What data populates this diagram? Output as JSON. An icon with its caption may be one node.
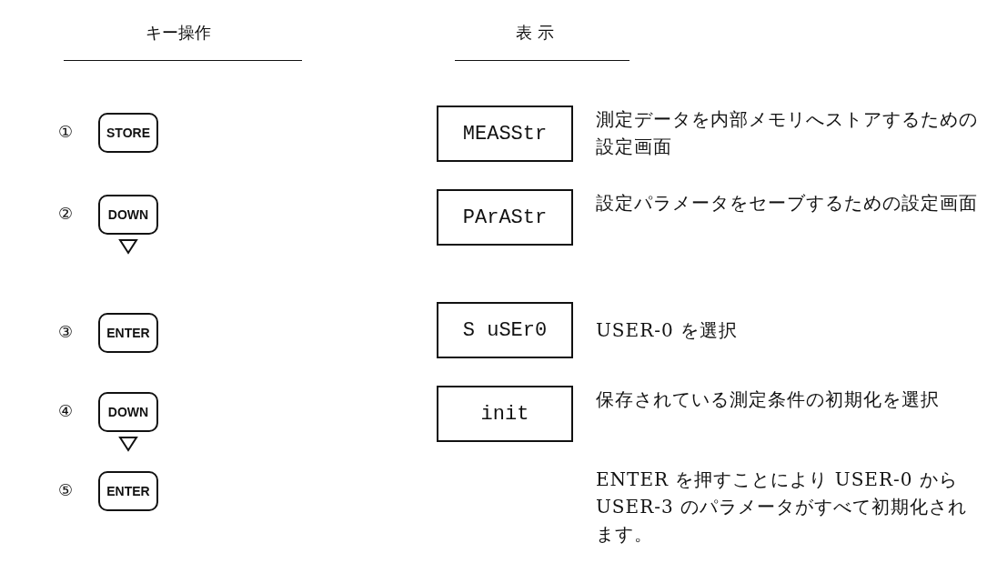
{
  "diagram": {
    "nodes": [
      {
        "text": [
          "STORE"
        ]
      },
      {
        "text": [
          "DOWN"
        ]
      },
      {
        "text": [
          "ENTER"
        ]
      },
      {
        "text": [
          "DOWN"
        ]
      },
      {
        "text": [
          "ENTER"
        ]
      },
      {
        "text": [
          "MEASStr"
        ]
      },
      {
        "text": [
          "PArAStr"
        ]
      },
      {
        "text": [
          "S uSEr0"
        ]
      },
      {
        "text": [
          "init"
        ]
      }
    ],
    "labels": [
      "キー操作",
      "表 示",
      "①",
      "②",
      "③",
      "④",
      "⑤",
      "測定データを内部メモリへストアするための設定画面",
      "設定パラメータをセーブするための設定画面",
      "USER-0 を選択",
      "保存されている測定条件の初期化を選択",
      "ENTER を押すことにより USER-0 から USER-3 のパラメータがすべて初期化されます。"
    ]
  }
}
